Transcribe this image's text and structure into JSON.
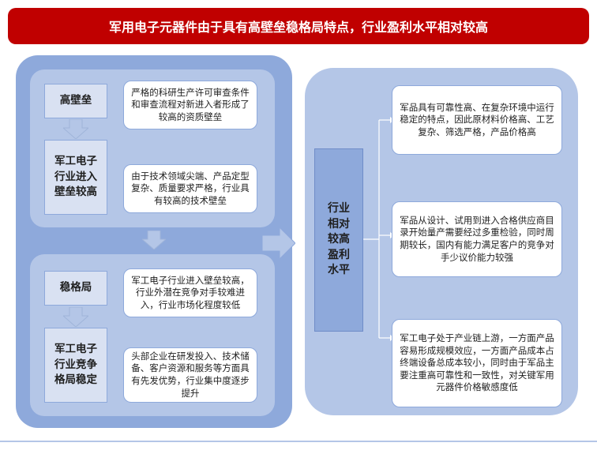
{
  "banner": {
    "title": "军用电子元器件由于具有高壁垒稳格局特点，行业盈利水平相对较高"
  },
  "colors": {
    "banner": "#c00000",
    "panel": "#8ea9db",
    "panel_light": "#b4c6e7",
    "label_fill": "#d9e1f2",
    "arrow": "#b4c6e7"
  },
  "icons": [
    "arrow-down-icon",
    "arrow-right-icon"
  ],
  "top": {
    "label1": "高壁垒",
    "label2": "军工电子行业进入壁垒较高",
    "desc1": "严格的科研生产许可审查条件和审查流程对新进入者形成了较高的资质壁垒",
    "desc2": "由于技术领域尖端、产品定型复杂、质量要求严格，行业具有较高的技术壁垒"
  },
  "bottom": {
    "label1": "稳格局",
    "label2": "军工电子行业竞争格局稳定",
    "desc1": "军工电子行业进入壁垒较高，行业外潜在竞争对手较难进入，行业市场化程度较低",
    "desc2": "头部企业在研发投入、技术储备、客户资源和服务等方面具有先发优势，行业集中度逐步提升"
  },
  "center": {
    "label": "行业相对较高盈利水平"
  },
  "right": {
    "desc1": "军品具有可靠性高、在复杂环境中运行稳定的特点，因此原材料价格高、工艺复杂、筛选严格，产品价格高",
    "desc2": "军品从设计、试用到进入合格供应商目录开始量产需要经过多重检验，同时周期较长，国内有能力满足客户的竞争对手少议价能力较强",
    "desc3": "军工电子处于产业链上游，一方面产品容易形成规模效应，一方面产品成本占终端设备总成本较小，同时由于军品主要注重高可靠性和一致性，对关键军用元器件价格敏感度低"
  }
}
